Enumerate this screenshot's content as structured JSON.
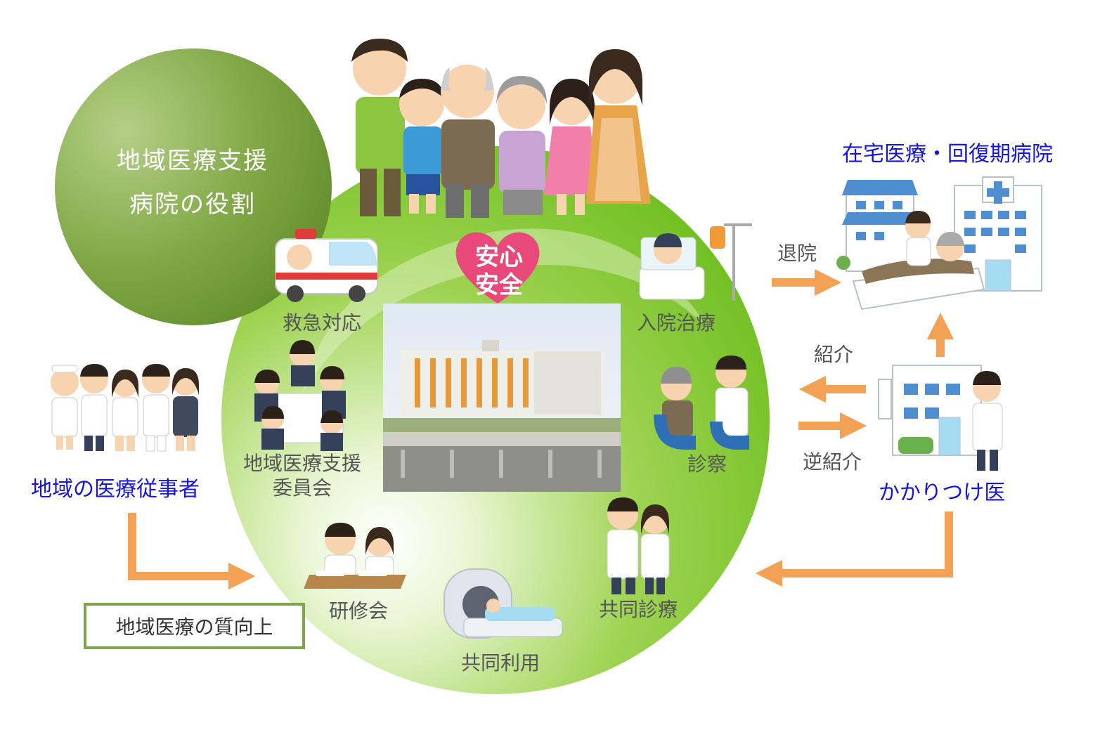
{
  "role_title": [
    "地域医療支援",
    "病院の役割"
  ],
  "heart": [
    "安心",
    "安全"
  ],
  "labels": {
    "emergency": "救急対応",
    "committee": [
      "地域医療支援",
      "委員会"
    ],
    "training": "研修会",
    "shared_use": "共同利用",
    "joint_care": "共同診療",
    "exam": "診察",
    "admission": "入院治療",
    "discharge": "退院",
    "referral": "紹介",
    "reverse_referral": "逆紹介"
  },
  "blue_labels": {
    "home_care": "在宅医療・回復期病院",
    "family_doctor": "かかりつけ医",
    "local_staff": "地域の医療従事者"
  },
  "quality_box": "地域医療の質向上",
  "colors": {
    "main_circle": "#7dc42a",
    "role_circle": "#7aa43c",
    "arrow": "#f3a154",
    "blue_text": "#1515e0",
    "heart": "#e8497a",
    "box_border": "#7ea54c"
  }
}
